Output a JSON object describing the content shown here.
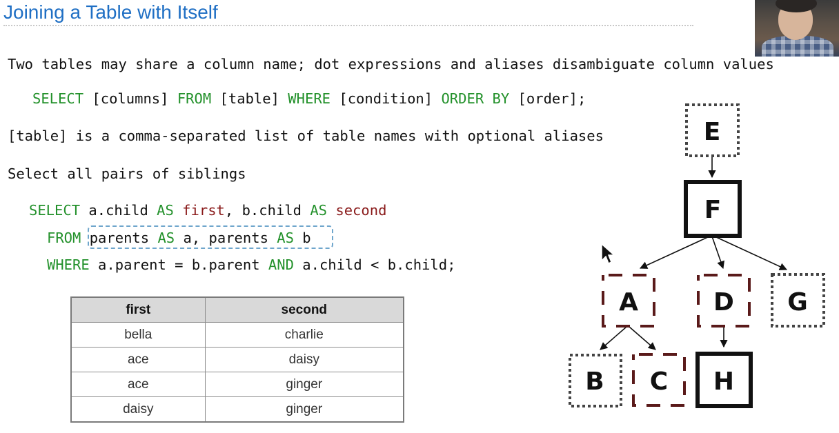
{
  "slide": {
    "title": "Joining a Table with Itself"
  },
  "text": {
    "intro": "Two tables may share a column name; dot expressions and aliases disambiguate column values",
    "table_note": "[table] is a comma-separated list of table names with optional aliases",
    "task": "Select all pairs of siblings"
  },
  "syntax": {
    "select_kw": "SELECT",
    "columns": " [columns] ",
    "from_kw": "FROM",
    "table": " [table] ",
    "where_kw": "WHERE",
    "condition": " [condition] ",
    "order_kw": "ORDER BY",
    "order": " [order];"
  },
  "query": {
    "l1_select": "SELECT",
    "l1_a": " a.child ",
    "l1_as1": "AS",
    "l1_first": " first",
    "l1_comma": ", b.child ",
    "l1_as2": "AS",
    "l1_second": " second",
    "l2_from": "FROM",
    "l2_p1": " parents ",
    "l2_as1": "AS",
    "l2_a": " a, parents ",
    "l2_as2": "AS",
    "l2_b": " b",
    "l3_where": "WHERE",
    "l3_cond1": " a.parent = b.parent ",
    "l3_and": "AND",
    "l3_cond2": " a.child < b.child;"
  },
  "result_table": {
    "headers": [
      "first",
      "second"
    ],
    "rows": [
      [
        "bella",
        "charlie"
      ],
      [
        "ace",
        "daisy"
      ],
      [
        "ace",
        "ginger"
      ],
      [
        "daisy",
        "ginger"
      ]
    ]
  },
  "tree": {
    "nodes": {
      "E": "E",
      "F": "F",
      "A": "A",
      "D": "D",
      "G": "G",
      "B": "B",
      "C": "C",
      "H": "H"
    }
  },
  "colors": {
    "title": "#1f6fc4",
    "keyword": "#23912b",
    "alias": "#8a1b1b",
    "from_box": "#6fa6cc",
    "dashed_node": "#5a1a1a"
  },
  "icons": {
    "cursor": "mouse-pointer-icon"
  }
}
